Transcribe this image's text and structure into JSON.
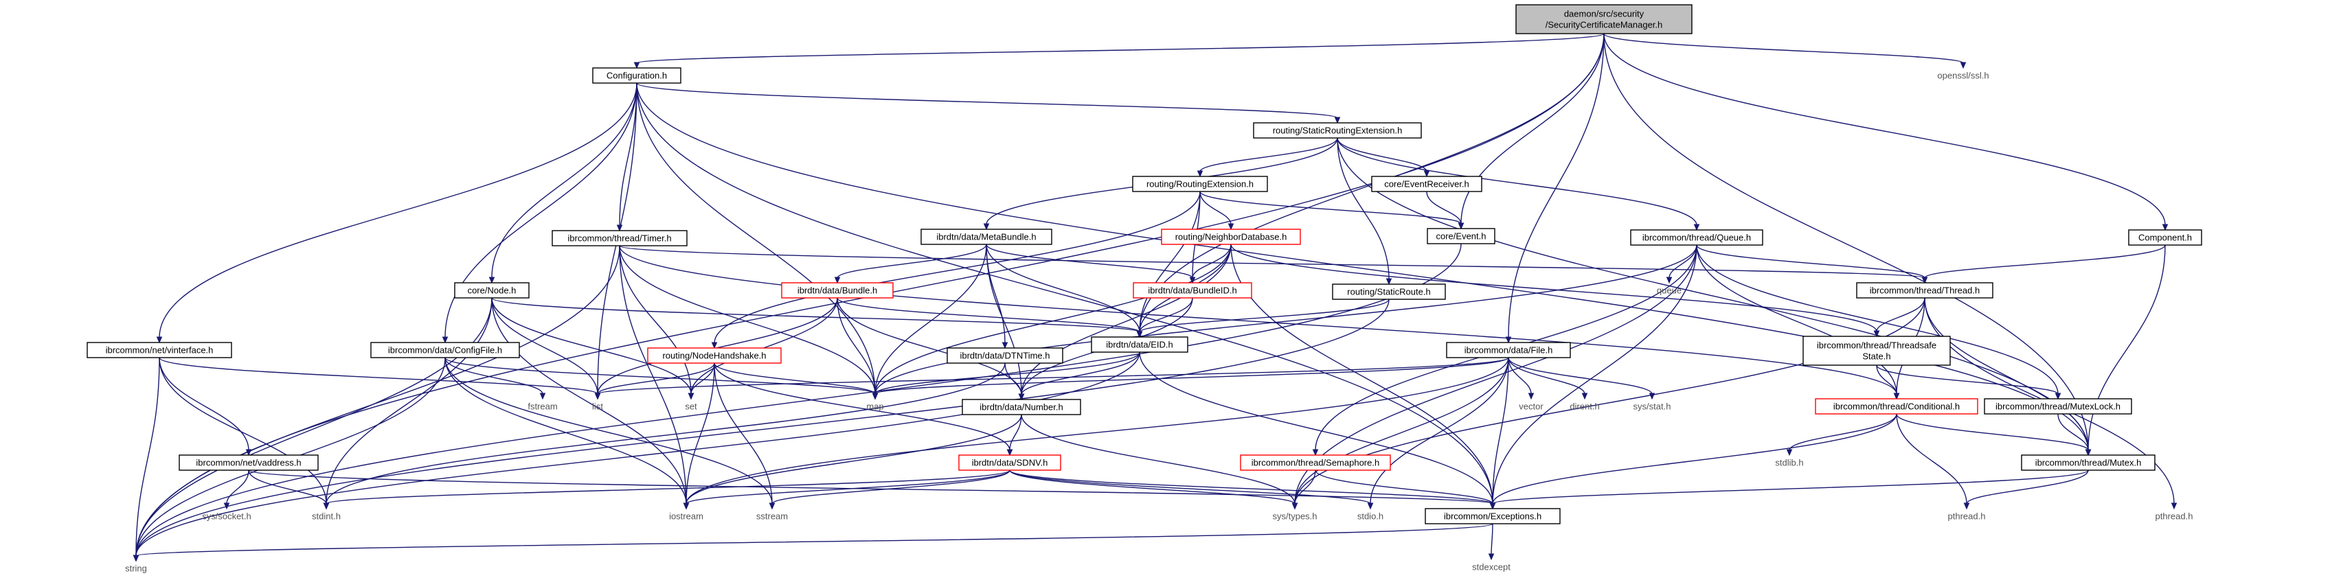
{
  "nodes": [
    {
      "id": "root",
      "lines": [
        "daemon/src/security",
        "/SecurityCertificateManager.h"
      ],
      "style": "root"
    },
    {
      "id": "config",
      "lines": [
        "Configuration.h"
      ],
      "style": "box"
    },
    {
      "id": "opensslssl",
      "lines": [
        "openssl/ssl.h"
      ],
      "style": "plain"
    },
    {
      "id": "staticrouteext",
      "lines": [
        "routing/StaticRoutingExtension.h"
      ],
      "style": "box"
    },
    {
      "id": "routingext",
      "lines": [
        "routing/RoutingExtension.h"
      ],
      "style": "box"
    },
    {
      "id": "eventreceiver",
      "lines": [
        "core/EventReceiver.h"
      ],
      "style": "box"
    },
    {
      "id": "event",
      "lines": [
        "core/Event.h"
      ],
      "style": "box"
    },
    {
      "id": "timer",
      "lines": [
        "ibrcommon/thread/Timer.h"
      ],
      "style": "box"
    },
    {
      "id": "metabundle",
      "lines": [
        "ibrdtn/data/MetaBundle.h"
      ],
      "style": "box"
    },
    {
      "id": "neighbordb",
      "lines": [
        "routing/NeighborDatabase.h"
      ],
      "style": "red"
    },
    {
      "id": "queue",
      "lines": [
        "ibrcommon/thread/Queue.h"
      ],
      "style": "box"
    },
    {
      "id": "component",
      "lines": [
        "Component.h"
      ],
      "style": "box"
    },
    {
      "id": "node",
      "lines": [
        "core/Node.h"
      ],
      "style": "box"
    },
    {
      "id": "bundle",
      "lines": [
        "ibrdtn/data/Bundle.h"
      ],
      "style": "red"
    },
    {
      "id": "bundleid",
      "lines": [
        "ibrdtn/data/BundleID.h"
      ],
      "style": "red"
    },
    {
      "id": "staticroute",
      "lines": [
        "routing/StaticRoute.h"
      ],
      "style": "box"
    },
    {
      "id": "thread",
      "lines": [
        "ibrcommon/thread/Thread.h"
      ],
      "style": "box"
    },
    {
      "id": "queuelbl",
      "lines": [
        "queue"
      ],
      "style": "plain"
    },
    {
      "id": "eid",
      "lines": [
        "ibrdtn/data/EID.h"
      ],
      "style": "box"
    },
    {
      "id": "vinterface",
      "lines": [
        "ibrcommon/net/vinterface.h"
      ],
      "style": "box"
    },
    {
      "id": "configfile",
      "lines": [
        "ibrcommon/data/ConfigFile.h"
      ],
      "style": "box"
    },
    {
      "id": "nodehandshake",
      "lines": [
        "routing/NodeHandshake.h"
      ],
      "style": "red"
    },
    {
      "id": "dtntime",
      "lines": [
        "ibrdtn/data/DTNTime.h"
      ],
      "style": "box"
    },
    {
      "id": "file",
      "lines": [
        "ibrcommon/data/File.h"
      ],
      "style": "box"
    },
    {
      "id": "threadsafestate",
      "lines": [
        "ibrcommon/thread/Threadsafe",
        "State.h"
      ],
      "style": "box"
    },
    {
      "id": "list",
      "lines": [
        "list"
      ],
      "style": "plain"
    },
    {
      "id": "set",
      "lines": [
        "set"
      ],
      "style": "plain"
    },
    {
      "id": "map",
      "lines": [
        "map"
      ],
      "style": "plain"
    },
    {
      "id": "fstream",
      "lines": [
        "fstream"
      ],
      "style": "plain"
    },
    {
      "id": "number",
      "lines": [
        "ibrdtn/data/Number.h"
      ],
      "style": "box"
    },
    {
      "id": "vector",
      "lines": [
        "vector"
      ],
      "style": "plain"
    },
    {
      "id": "direnth",
      "lines": [
        "dirent.h"
      ],
      "style": "plain"
    },
    {
      "id": "sysstat",
      "lines": [
        "sys/stat.h"
      ],
      "style": "plain"
    },
    {
      "id": "conditional",
      "lines": [
        "ibrcommon/thread/Conditional.h"
      ],
      "style": "red"
    },
    {
      "id": "mutexlock",
      "lines": [
        "ibrcommon/thread/MutexLock.h"
      ],
      "style": "box"
    },
    {
      "id": "vaddress",
      "lines": [
        "ibrcommon/net/vaddress.h"
      ],
      "style": "box"
    },
    {
      "id": "sdnv",
      "lines": [
        "ibrdtn/data/SDNV.h"
      ],
      "style": "red"
    },
    {
      "id": "semaphore",
      "lines": [
        "ibrcommon/thread/Semaphore.h"
      ],
      "style": "red"
    },
    {
      "id": "mutex",
      "lines": [
        "ibrcommon/thread/Mutex.h"
      ],
      "style": "box"
    },
    {
      "id": "stdlibh",
      "lines": [
        "stdlib.h"
      ],
      "style": "plain"
    },
    {
      "id": "syssocket",
      "lines": [
        "sys/socket.h"
      ],
      "style": "plain"
    },
    {
      "id": "stdinth",
      "lines": [
        "stdint.h"
      ],
      "style": "plain"
    },
    {
      "id": "iostream",
      "lines": [
        "iostream"
      ],
      "style": "plain"
    },
    {
      "id": "sstream",
      "lines": [
        "sstream"
      ],
      "style": "plain"
    },
    {
      "id": "systypes",
      "lines": [
        "sys/types.h"
      ],
      "style": "plain"
    },
    {
      "id": "stdioh",
      "lines": [
        "stdio.h"
      ],
      "style": "plain"
    },
    {
      "id": "exceptions",
      "lines": [
        "ibrcommon/Exceptions.h"
      ],
      "style": "box"
    },
    {
      "id": "pthread1",
      "lines": [
        "pthread.h"
      ],
      "style": "plain"
    },
    {
      "id": "pthread2",
      "lines": [
        "pthread.h"
      ],
      "style": "plain"
    },
    {
      "id": "stdexcept",
      "lines": [
        "stdexcept"
      ],
      "style": "plain"
    },
    {
      "id": "string",
      "lines": [
        "string"
      ],
      "style": "plain"
    }
  ],
  "edges": [
    [
      "root",
      "config"
    ],
    [
      "root",
      "string"
    ],
    [
      "root",
      "eid"
    ],
    [
      "root",
      "event"
    ],
    [
      "root",
      "file"
    ],
    [
      "root",
      "component"
    ],
    [
      "root",
      "opensslssl"
    ],
    [
      "root",
      "mutex"
    ],
    [
      "config",
      "staticrouteext"
    ],
    [
      "config",
      "timer"
    ],
    [
      "config",
      "node"
    ],
    [
      "config",
      "vinterface"
    ],
    [
      "config",
      "configfile"
    ],
    [
      "config",
      "list"
    ],
    [
      "config",
      "map"
    ],
    [
      "config",
      "exceptions"
    ],
    [
      "config",
      "mutex"
    ],
    [
      "staticrouteext",
      "routingext"
    ],
    [
      "staticrouteext",
      "eventreceiver"
    ],
    [
      "staticrouteext",
      "metabundle"
    ],
    [
      "staticrouteext",
      "staticroute"
    ],
    [
      "staticrouteext",
      "queue"
    ],
    [
      "staticrouteext",
      "mutex"
    ],
    [
      "routingext",
      "event"
    ],
    [
      "routingext",
      "neighbordb"
    ],
    [
      "routingext",
      "nodehandshake"
    ],
    [
      "routingext",
      "bundleid"
    ],
    [
      "routingext",
      "eid"
    ],
    [
      "eventreceiver",
      "event"
    ],
    [
      "event",
      "string"
    ],
    [
      "timer",
      "thread"
    ],
    [
      "timer",
      "conditional"
    ],
    [
      "timer",
      "set"
    ],
    [
      "timer",
      "map"
    ],
    [
      "timer",
      "iostream"
    ],
    [
      "timer",
      "string"
    ],
    [
      "metabundle",
      "bundle"
    ],
    [
      "metabundle",
      "bundleid"
    ],
    [
      "metabundle",
      "dtntime"
    ],
    [
      "metabundle",
      "eid"
    ],
    [
      "metabundle",
      "number"
    ],
    [
      "metabundle",
      "map"
    ],
    [
      "neighbordb",
      "bundleid"
    ],
    [
      "neighbordb",
      "threadsafestate"
    ],
    [
      "neighbordb",
      "eid"
    ],
    [
      "neighbordb",
      "exceptions"
    ],
    [
      "neighbordb",
      "map"
    ],
    [
      "neighbordb",
      "number"
    ],
    [
      "queue",
      "thread"
    ],
    [
      "queue",
      "conditional"
    ],
    [
      "queue",
      "mutexlock"
    ],
    [
      "queue",
      "semaphore"
    ],
    [
      "queue",
      "exceptions"
    ],
    [
      "queue",
      "queuelbl"
    ],
    [
      "queue",
      "systypes"
    ],
    [
      "queue",
      "map"
    ],
    [
      "component",
      "thread"
    ],
    [
      "component",
      "mutex"
    ],
    [
      "node",
      "eid"
    ],
    [
      "node",
      "list"
    ],
    [
      "node",
      "set"
    ],
    [
      "node",
      "iostream"
    ],
    [
      "node",
      "string"
    ],
    [
      "node",
      "stdinth"
    ],
    [
      "bundle",
      "eid"
    ],
    [
      "bundle",
      "number"
    ],
    [
      "bundle",
      "list"
    ],
    [
      "bundle",
      "set"
    ],
    [
      "bundle",
      "map"
    ],
    [
      "bundleid",
      "eid"
    ],
    [
      "bundleid",
      "number"
    ],
    [
      "staticroute",
      "eid"
    ],
    [
      "staticroute",
      "string"
    ],
    [
      "thread",
      "threadsafestate"
    ],
    [
      "thread",
      "conditional"
    ],
    [
      "thread",
      "mutex"
    ],
    [
      "thread",
      "pthread1"
    ],
    [
      "thread",
      "systypes"
    ],
    [
      "eid",
      "number"
    ],
    [
      "eid",
      "exceptions"
    ],
    [
      "eid",
      "map"
    ],
    [
      "eid",
      "string"
    ],
    [
      "vinterface",
      "vaddress"
    ],
    [
      "vinterface",
      "list"
    ],
    [
      "vinterface",
      "string"
    ],
    [
      "vinterface",
      "stdinth"
    ],
    [
      "configfile",
      "fstream"
    ],
    [
      "configfile",
      "map"
    ],
    [
      "configfile",
      "string"
    ],
    [
      "configfile",
      "iostream"
    ],
    [
      "configfile",
      "sstream"
    ],
    [
      "nodehandshake",
      "sdnv"
    ],
    [
      "nodehandshake",
      "list"
    ],
    [
      "nodehandshake",
      "set"
    ],
    [
      "nodehandshake",
      "map"
    ],
    [
      "nodehandshake",
      "iostream"
    ],
    [
      "nodehandshake",
      "sstream"
    ],
    [
      "dtntime",
      "number"
    ],
    [
      "dtntime",
      "stdinth"
    ],
    [
      "file",
      "list"
    ],
    [
      "file",
      "vector"
    ],
    [
      "file",
      "direnth"
    ],
    [
      "file",
      "sysstat"
    ],
    [
      "file",
      "systypes"
    ],
    [
      "file",
      "stdioh"
    ],
    [
      "file",
      "exceptions"
    ],
    [
      "file",
      "iostream"
    ],
    [
      "file",
      "map"
    ],
    [
      "threadsafestate",
      "conditional"
    ],
    [
      "threadsafestate",
      "mutexlock"
    ],
    [
      "number",
      "sdnv"
    ],
    [
      "number",
      "iostream"
    ],
    [
      "number",
      "systypes"
    ],
    [
      "conditional",
      "mutex"
    ],
    [
      "conditional",
      "exceptions"
    ],
    [
      "conditional",
      "stdlibh"
    ],
    [
      "conditional",
      "pthread2"
    ],
    [
      "mutexlock",
      "mutex"
    ],
    [
      "vaddress",
      "syssocket"
    ],
    [
      "vaddress",
      "stdinth"
    ],
    [
      "vaddress",
      "exceptions"
    ],
    [
      "sdnv",
      "exceptions"
    ],
    [
      "sdnv",
      "stdioh"
    ],
    [
      "sdnv",
      "iostream"
    ],
    [
      "sdnv",
      "sstream"
    ],
    [
      "sdnv",
      "systypes"
    ],
    [
      "sdnv",
      "stdinth"
    ],
    [
      "semaphore",
      "exceptions"
    ],
    [
      "semaphore",
      "systypes"
    ],
    [
      "mutex",
      "exceptions"
    ],
    [
      "mutex",
      "pthread2"
    ],
    [
      "exceptions",
      "stdexcept"
    ],
    [
      "exceptions",
      "string"
    ]
  ]
}
